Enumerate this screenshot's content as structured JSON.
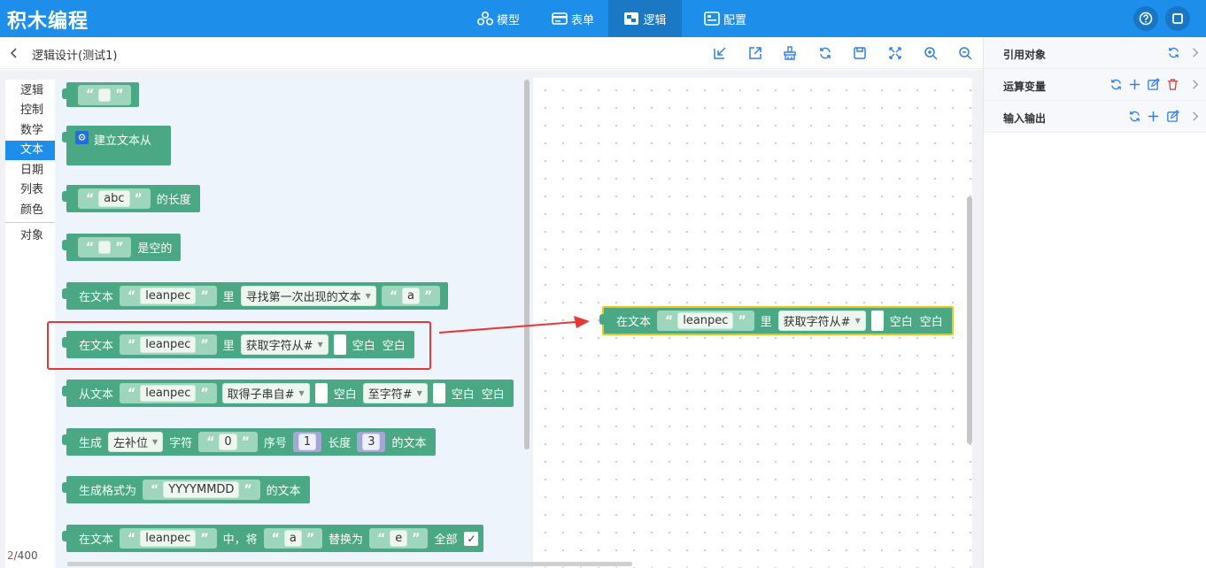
{
  "app": {
    "title": "积木编程"
  },
  "nav": {
    "tabs": [
      {
        "label": "模型"
      },
      {
        "label": "表单"
      },
      {
        "label": "逻辑"
      },
      {
        "label": "配置"
      }
    ]
  },
  "design": {
    "title": "逻辑设计(测试1)"
  },
  "toolbar": {
    "tools": [
      "import-icon",
      "export-icon",
      "clear-icon",
      "refresh-icon",
      "save-icon",
      "fit-icon",
      "zoom-in-icon",
      "zoom-out-icon"
    ]
  },
  "right_panel": {
    "sections": [
      {
        "label": "引用对象"
      },
      {
        "label": "运算变量"
      },
      {
        "label": "输入输出"
      }
    ]
  },
  "categories": [
    {
      "label": "逻辑"
    },
    {
      "label": "控制"
    },
    {
      "label": "数学"
    },
    {
      "label": "文本",
      "active": true
    },
    {
      "label": "日期"
    },
    {
      "label": "列表"
    },
    {
      "label": "颜色"
    },
    {
      "label": "对象"
    }
  ],
  "blocks": {
    "b2": {
      "text": "建立文本从"
    },
    "b3": {
      "value": "abc",
      "suffix": "的长度"
    },
    "b4": {
      "suffix": "是空的"
    },
    "b5": {
      "prefix": "在文本",
      "value": "leanpec",
      "mid": "里",
      "dropdown": "寻找第一次出现的文本",
      "value2": "a"
    },
    "b6": {
      "prefix": "在文本",
      "value": "leanpec",
      "mid": "里",
      "dropdown": "获取字符从#",
      "s1": "空白",
      "s2": "空白"
    },
    "b7": {
      "prefix": "从文本",
      "value": "leanpec",
      "dropdown": "取得子串自#",
      "s1": "空白",
      "dropdown2": "至字符#",
      "s2": "空白",
      "s3": "空白"
    },
    "b8": {
      "prefix": "生成",
      "dropdown": "左补位",
      "t1": "字符",
      "value": "0",
      "t2": "序号",
      "n1": "1",
      "t3": "长度",
      "n2": "3",
      "t4": "的文本"
    },
    "b9": {
      "prefix": "生成格式为",
      "value": "YYYYMMDD",
      "suffix": "的文本"
    },
    "b10": {
      "prefix": "在文本",
      "value": "leanpec",
      "t1": "中，将",
      "value2": "a",
      "t2": "替换为",
      "value3": "e",
      "t3": "全部",
      "check": "✓"
    }
  },
  "canvas_block": {
    "prefix": "在文本",
    "value": "leanpec",
    "mid": "里",
    "dropdown": "获取字符从#",
    "s1": "空白",
    "s2": "空白"
  },
  "quote": {
    "open": "“",
    "close": "”"
  },
  "counter": {
    "current": "2",
    "total": "/400"
  },
  "colors": {
    "topbar": "#1d8fea",
    "block": "#4aa884",
    "highlight": "#e53935",
    "selected": "#f4c01e"
  }
}
